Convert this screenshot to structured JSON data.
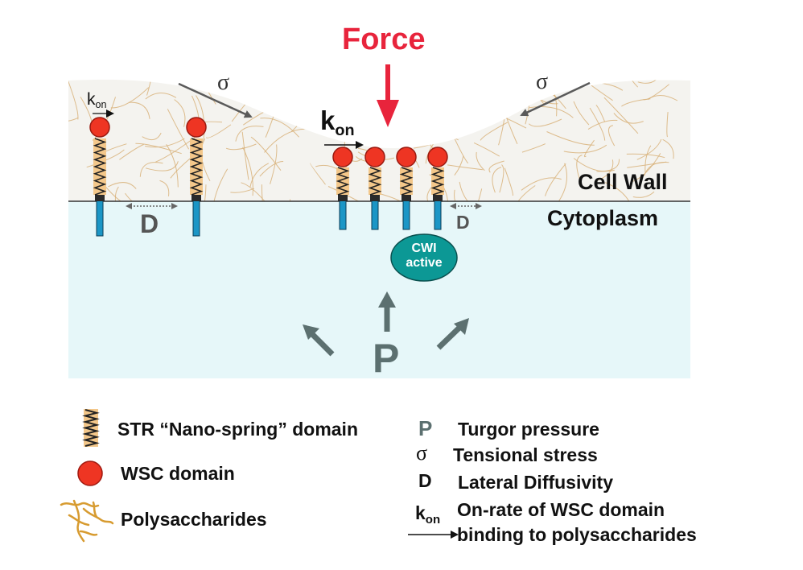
{
  "title": "Force",
  "regions": {
    "cell_wall": "Cell Wall",
    "cytoplasm": "Cytoplasm"
  },
  "symbols": {
    "sigma": "σ",
    "diffusivity": "D",
    "pressure": "P",
    "kon_k": "k",
    "kon_sub": "on"
  },
  "cwi": {
    "line1": "CWI",
    "line2": "active"
  },
  "legend": {
    "str": "STR “Nano-spring” domain",
    "wsc": "WSC domain",
    "poly": "Polysaccharides",
    "p_symbol": "P",
    "p_text": "Turgor pressure",
    "sigma_symbol": "σ",
    "sigma_text": "Tensional stress",
    "d_symbol": "D",
    "d_text": "Lateral Diffusivity",
    "kon_k": "k",
    "kon_sub": "on",
    "kon_text1": "On-rate of WSC domain",
    "kon_text2": "binding to polysaccharides"
  },
  "colors": {
    "force_red": "#e8243c",
    "wsc_red": "#ee3523",
    "spring_tan": "#f3c78a",
    "fiber_tan": "#d8b27a",
    "wall_fill": "#f4f3ef",
    "cyto_fill": "#e6f7f9",
    "stalk_blue": "#1b96c6",
    "cwi_teal": "#0c9895",
    "arrow_gray": "#5c7070",
    "sigma_gray": "#5a5a5a"
  }
}
